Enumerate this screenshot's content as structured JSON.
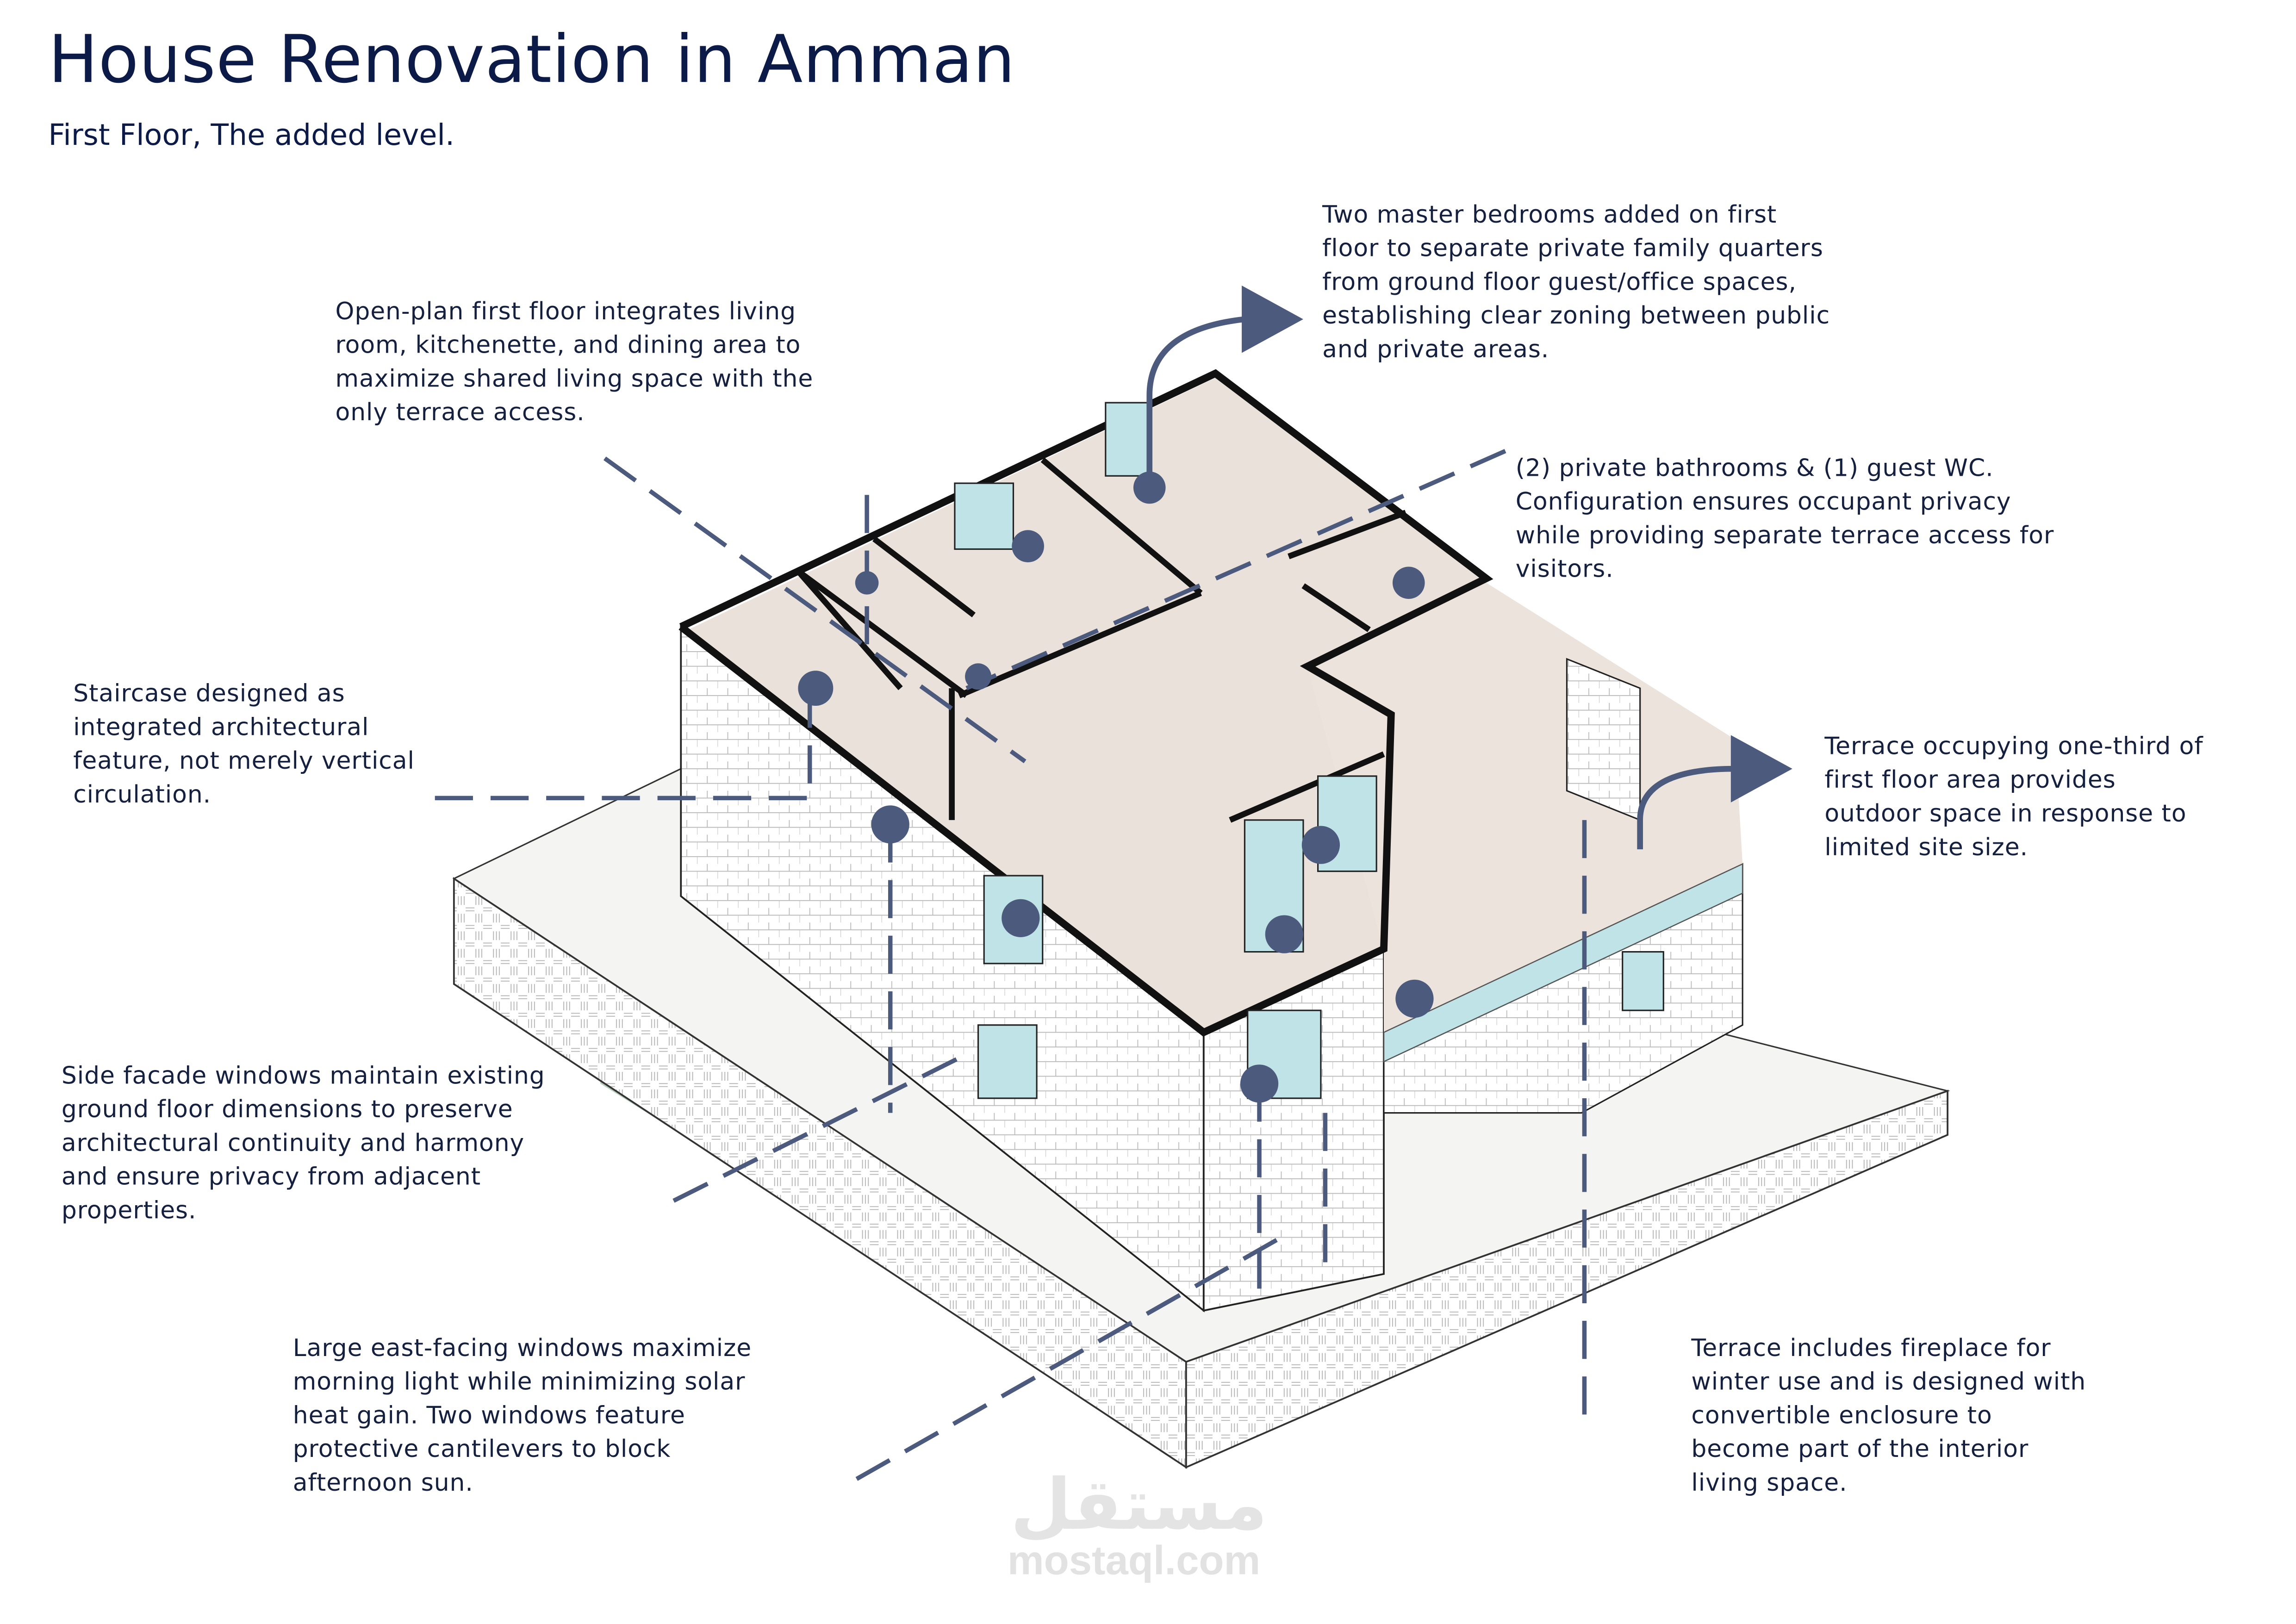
{
  "header": {
    "title": "House Renovation in Amman",
    "subtitle": "First Floor, The added level."
  },
  "annotations": {
    "open_plan": [
      "Open-plan first floor integrates living",
      "room, kitchenette, and dining area to",
      "maximize shared living space with the",
      "only terrace access."
    ],
    "master_bedrooms": [
      "Two master bedrooms added on first",
      "floor to separate private family quarters",
      "from ground floor guest/office spaces,",
      "establishing clear zoning between public",
      "and private areas."
    ],
    "bathrooms": [
      "(2) private bathrooms & (1) guest WC.",
      "Configuration ensures occupant privacy",
      "while providing separate terrace access for",
      "visitors."
    ],
    "staircase": [
      "Staircase designed as",
      "integrated architectural",
      "feature, not merely vertical",
      "circulation."
    ],
    "terrace_area": [
      "Terrace occupying one-third of",
      "first floor area provides",
      "outdoor space in response to",
      "limited site size."
    ],
    "side_facade": [
      "Side facade windows maintain existing",
      "ground floor dimensions to preserve",
      "architectural continuity and harmony",
      "and ensure privacy from adjacent",
      "properties."
    ],
    "east_windows": [
      "Large east-facing windows maximize",
      "morning light while minimizing solar",
      "heat gain. Two windows feature",
      "protective cantilevers to block",
      "afternoon sun."
    ],
    "fireplace": [
      "Terrace includes fireplace for",
      "winter use and is designed with",
      "convertible enclosure to",
      "become part of the interior",
      "living space."
    ]
  },
  "watermark": {
    "latin": "mostaql.com",
    "arabic": "مستقل"
  },
  "colors": {
    "text": "#0c1a47",
    "leader": "#4b5a7d",
    "floor": "#e9e1da",
    "green": "#9dbba6",
    "glass": "#bfe3e6"
  }
}
